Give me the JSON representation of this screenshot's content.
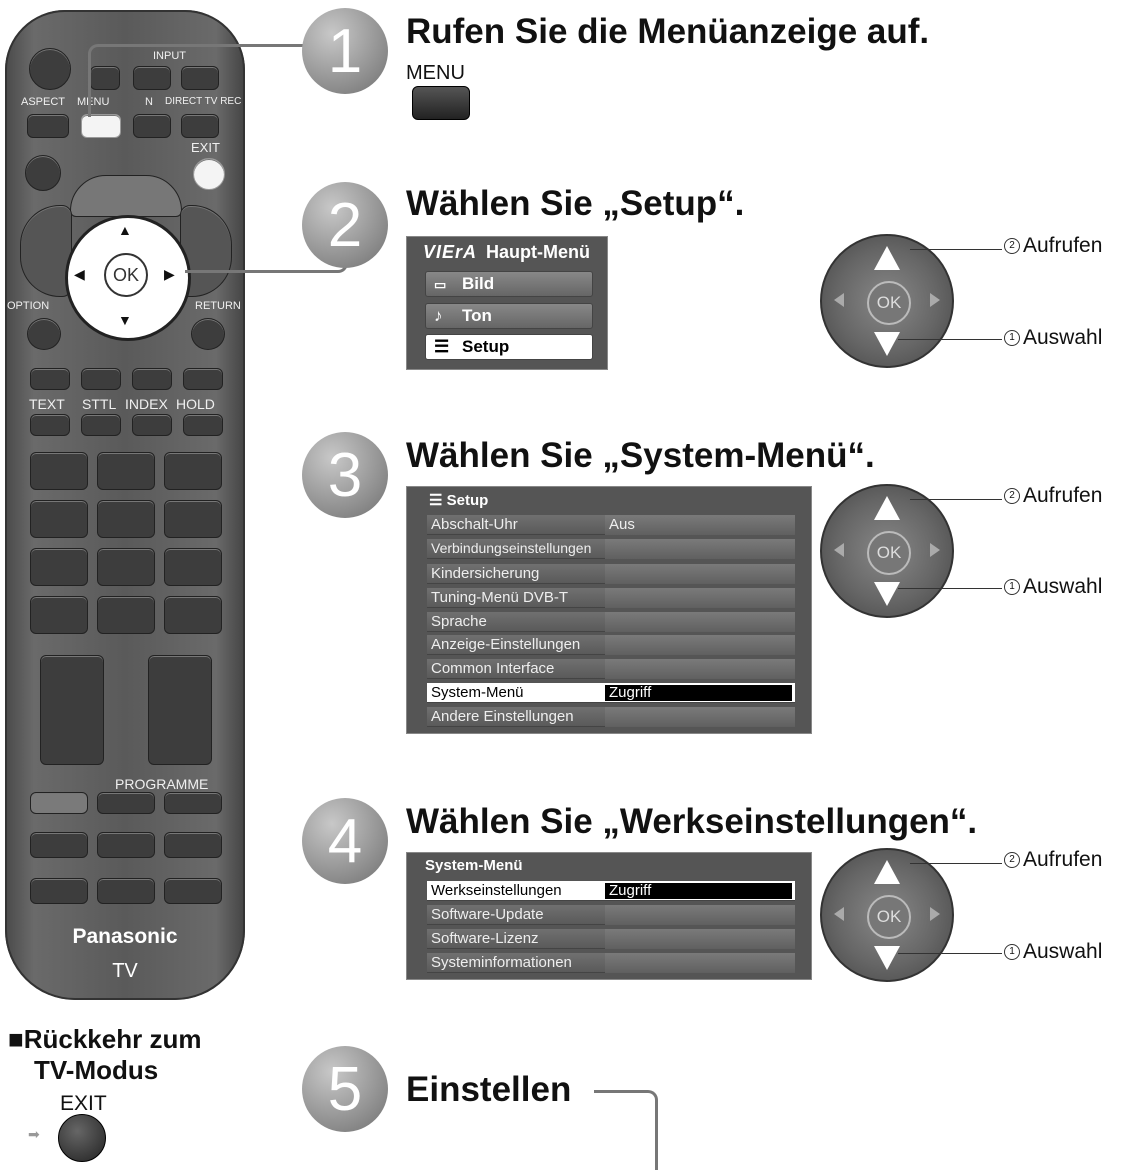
{
  "remote": {
    "labels": {
      "input": "INPUT",
      "aspect": "ASPECT",
      "menu": "MENU",
      "n": "N",
      "direct_tv_rec": "DIRECT TV REC",
      "exit": "EXIT",
      "ok": "OK",
      "option": "OPTION",
      "return": "RETURN",
      "text": "TEXT",
      "sttl": "STTL",
      "index": "INDEX",
      "hold": "HOLD",
      "programme": "PROGRAMME"
    },
    "brand": "Panasonic",
    "model": "TV"
  },
  "return_section": {
    "title_line1": "Rückkehr zum",
    "title_line2": "TV-Modus",
    "exit_label": "EXIT"
  },
  "steps": [
    {
      "number": "1",
      "heading": "Rufen Sie die Menüanzeige auf.",
      "button_label": "MENU"
    },
    {
      "number": "2",
      "heading": "Wählen Sie „Setup“."
    },
    {
      "number": "3",
      "heading": "Wählen Sie „System-Menü“."
    },
    {
      "number": "4",
      "heading": "Wählen Sie „Werkseinstellungen“."
    },
    {
      "number": "5",
      "heading": "Einstellen"
    }
  ],
  "main_menu": {
    "brand": "VIErA",
    "title": "Haupt-Menü",
    "items": [
      {
        "icon": "▭",
        "label": "Bild"
      },
      {
        "icon": "♪",
        "label": "Ton"
      },
      {
        "icon": "☰",
        "label": "Setup"
      }
    ]
  },
  "setup_menu": {
    "title": "Setup",
    "rows": [
      {
        "label": "Abschalt-Uhr",
        "value": "Aus"
      },
      {
        "label": "Verbindungseinstellungen",
        "value": ""
      },
      {
        "label": "Kindersicherung",
        "value": ""
      },
      {
        "label": "Tuning-Menü DVB-T",
        "value": ""
      },
      {
        "label": "Sprache",
        "value": ""
      },
      {
        "label": "Anzeige-Einstellungen",
        "value": ""
      },
      {
        "label": "Common Interface",
        "value": ""
      },
      {
        "label": "System-Menü",
        "value": "Zugriff"
      },
      {
        "label": "Andere Einstellungen",
        "value": ""
      }
    ]
  },
  "system_menu": {
    "title": "System-Menü",
    "rows": [
      {
        "label": "Werkseinstellungen",
        "value": "Zugriff"
      },
      {
        "label": "Software-Update",
        "value": ""
      },
      {
        "label": "Software-Lizenz",
        "value": ""
      },
      {
        "label": "Systeminformationen",
        "value": ""
      }
    ]
  },
  "pad": {
    "ok": "OK",
    "access_num": "2",
    "access": "Aufrufen",
    "select_num": "1",
    "select": "Auswahl"
  }
}
